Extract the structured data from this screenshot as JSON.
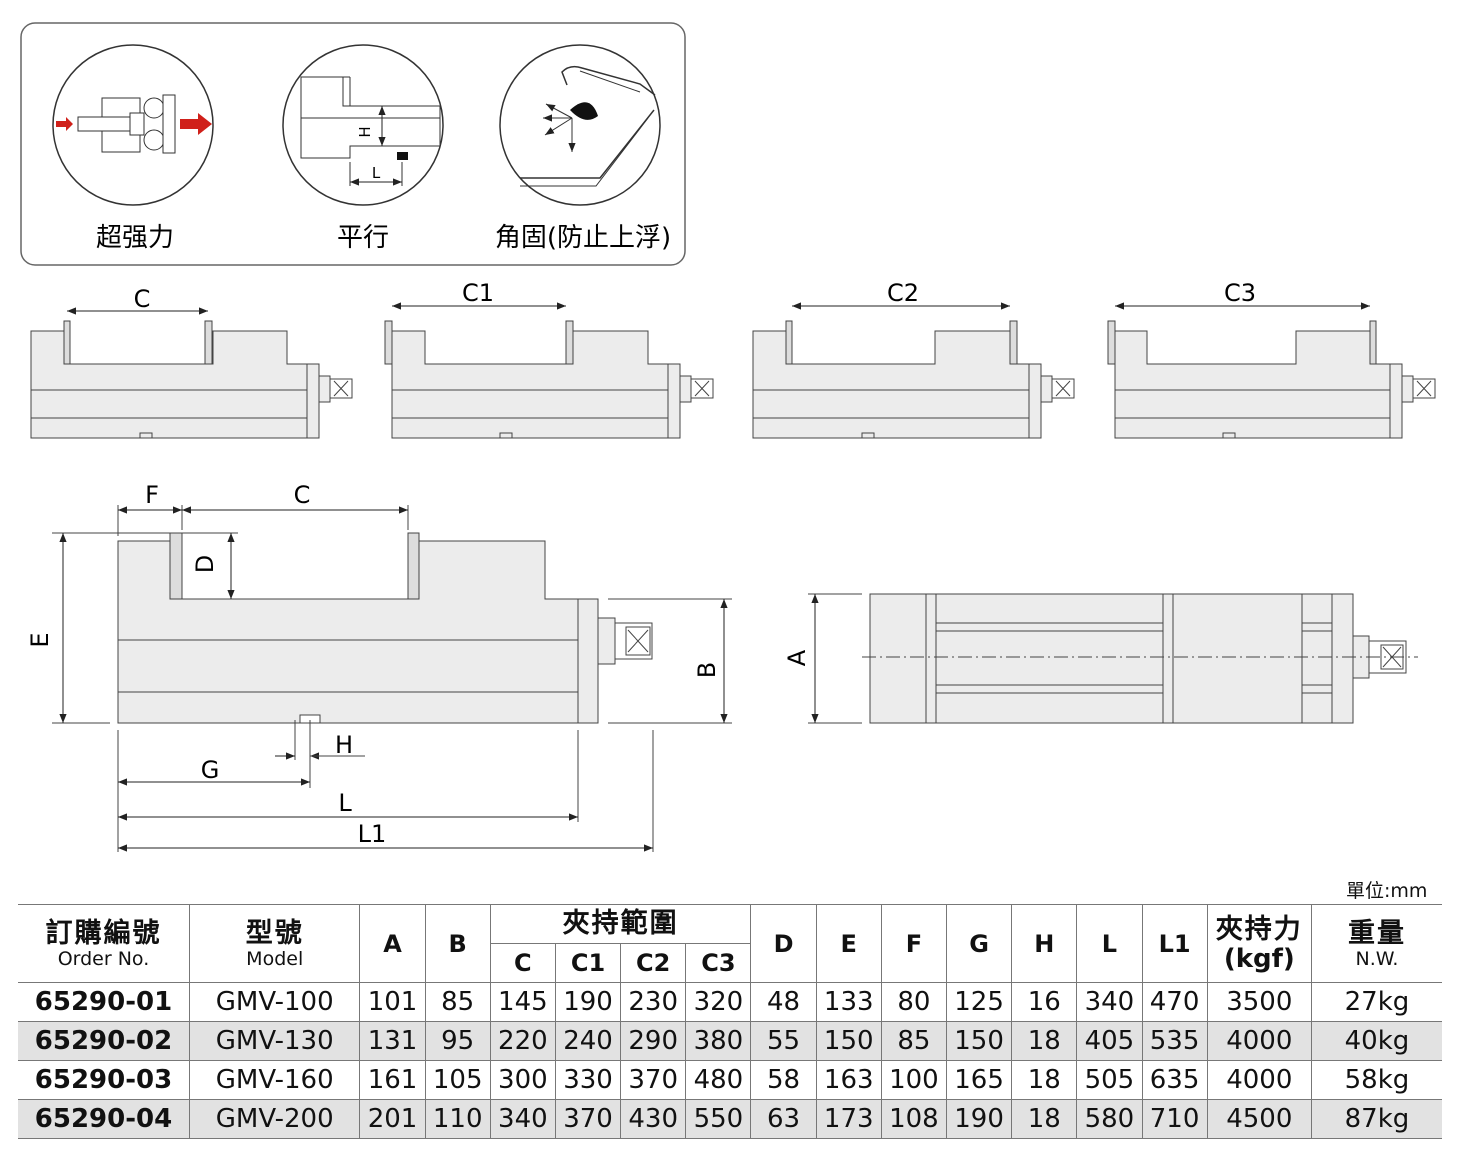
{
  "features": [
    {
      "label": "超强力",
      "icon": "force-icon"
    },
    {
      "label": "平行",
      "icon": "parallel-icon"
    },
    {
      "label": "角固(防止上浮)",
      "icon": "angle-lock-icon"
    }
  ],
  "parallel_icon_labels": {
    "h": "H",
    "l": "L"
  },
  "range_diagrams": [
    {
      "label": "C"
    },
    {
      "label": "C1"
    },
    {
      "label": "C2"
    },
    {
      "label": "C3"
    }
  ],
  "dimension_labels": {
    "f": "F",
    "c": "C",
    "d": "D",
    "e": "E",
    "b": "B",
    "h": "H",
    "g": "G",
    "l": "L",
    "l1": "L1",
    "a": "A"
  },
  "unit": "單位:mm",
  "table": {
    "order_header": "訂購編號",
    "order_sub": "Order No.",
    "model_header": "型號",
    "model_sub": "Model",
    "a": "A",
    "b": "B",
    "range_header": "夾持範圍",
    "c": "C",
    "c1": "C1",
    "c2": "C2",
    "c3": "C3",
    "d": "D",
    "e": "E",
    "f": "F",
    "g": "G",
    "h": "H",
    "l": "L",
    "l1": "L1",
    "force_header": "夾持力",
    "force_unit": "(kgf)",
    "weight_header": "重量",
    "weight_sub": "N.W.",
    "rows": [
      [
        "65290-01",
        "GMV-100",
        "101",
        "85",
        "145",
        "190",
        "230",
        "320",
        "48",
        "133",
        "80",
        "125",
        "16",
        "340",
        "470",
        "3500",
        "27kg"
      ],
      [
        "65290-02",
        "GMV-130",
        "131",
        "95",
        "220",
        "240",
        "290",
        "380",
        "55",
        "150",
        "85",
        "150",
        "18",
        "405",
        "535",
        "4000",
        "40kg"
      ],
      [
        "65290-03",
        "GMV-160",
        "161",
        "105",
        "300",
        "330",
        "370",
        "480",
        "58",
        "163",
        "100",
        "165",
        "18",
        "505",
        "635",
        "4000",
        "58kg"
      ],
      [
        "65290-04",
        "GMV-200",
        "201",
        "110",
        "340",
        "370",
        "430",
        "550",
        "63",
        "173",
        "108",
        "190",
        "18",
        "580",
        "710",
        "4500",
        "87kg"
      ]
    ]
  },
  "colors": {
    "arrow_red": "#d0201a",
    "body_gray": "#e8e8e8",
    "stripe_gray": "#e2e2e2",
    "outline": "#333333"
  }
}
